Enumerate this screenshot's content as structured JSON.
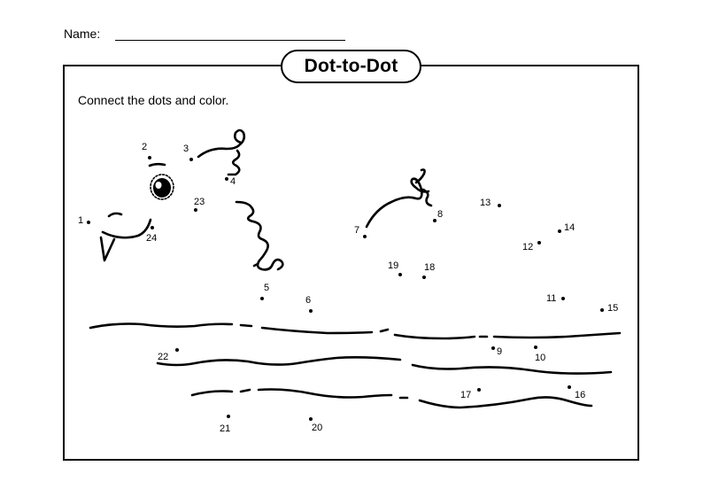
{
  "header": {
    "name_label": "Name:"
  },
  "worksheet": {
    "title": "Dot-to-Dot",
    "instruction": "Connect the dots and color."
  },
  "dots": [
    {
      "label": "1"
    },
    {
      "label": "2"
    },
    {
      "label": "3"
    },
    {
      "label": "4"
    },
    {
      "label": "5"
    },
    {
      "label": "6"
    },
    {
      "label": "7"
    },
    {
      "label": "8"
    },
    {
      "label": "9"
    },
    {
      "label": "10"
    },
    {
      "label": "11"
    },
    {
      "label": "12"
    },
    {
      "label": "13"
    },
    {
      "label": "14"
    },
    {
      "label": "15"
    },
    {
      "label": "16"
    },
    {
      "label": "17"
    },
    {
      "label": "18"
    },
    {
      "label": "19"
    },
    {
      "label": "20"
    },
    {
      "label": "21"
    },
    {
      "label": "22"
    },
    {
      "label": "23"
    },
    {
      "label": "24"
    }
  ]
}
